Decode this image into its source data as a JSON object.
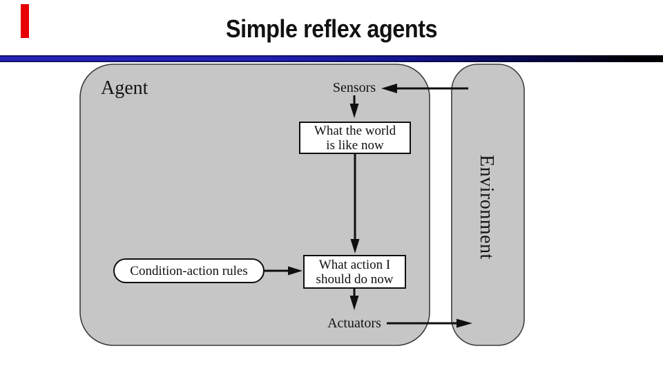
{
  "slide": {
    "title": "Simple reflex agents"
  },
  "diagram": {
    "agent": "Agent",
    "environment": "Environment",
    "sensors": "Sensors",
    "actuators": "Actuators",
    "world_box": {
      "line1": "What the world",
      "line2": "is like now"
    },
    "action_box": {
      "line1": "What action I",
      "line2": "should do now"
    },
    "rules": "Condition-action rules"
  },
  "colors": {
    "title_text": "#111111",
    "rule_blue": "#2121b2",
    "rule_dark": "#000000",
    "box_fill": "#c6c6c6",
    "box_border": "#3a3a3a",
    "node_fill": "#ffffff",
    "node_border": "#0f0f0f",
    "arrow": "#0f0f0f",
    "marker_red": "#e60000",
    "diagram_text": "#141414"
  }
}
